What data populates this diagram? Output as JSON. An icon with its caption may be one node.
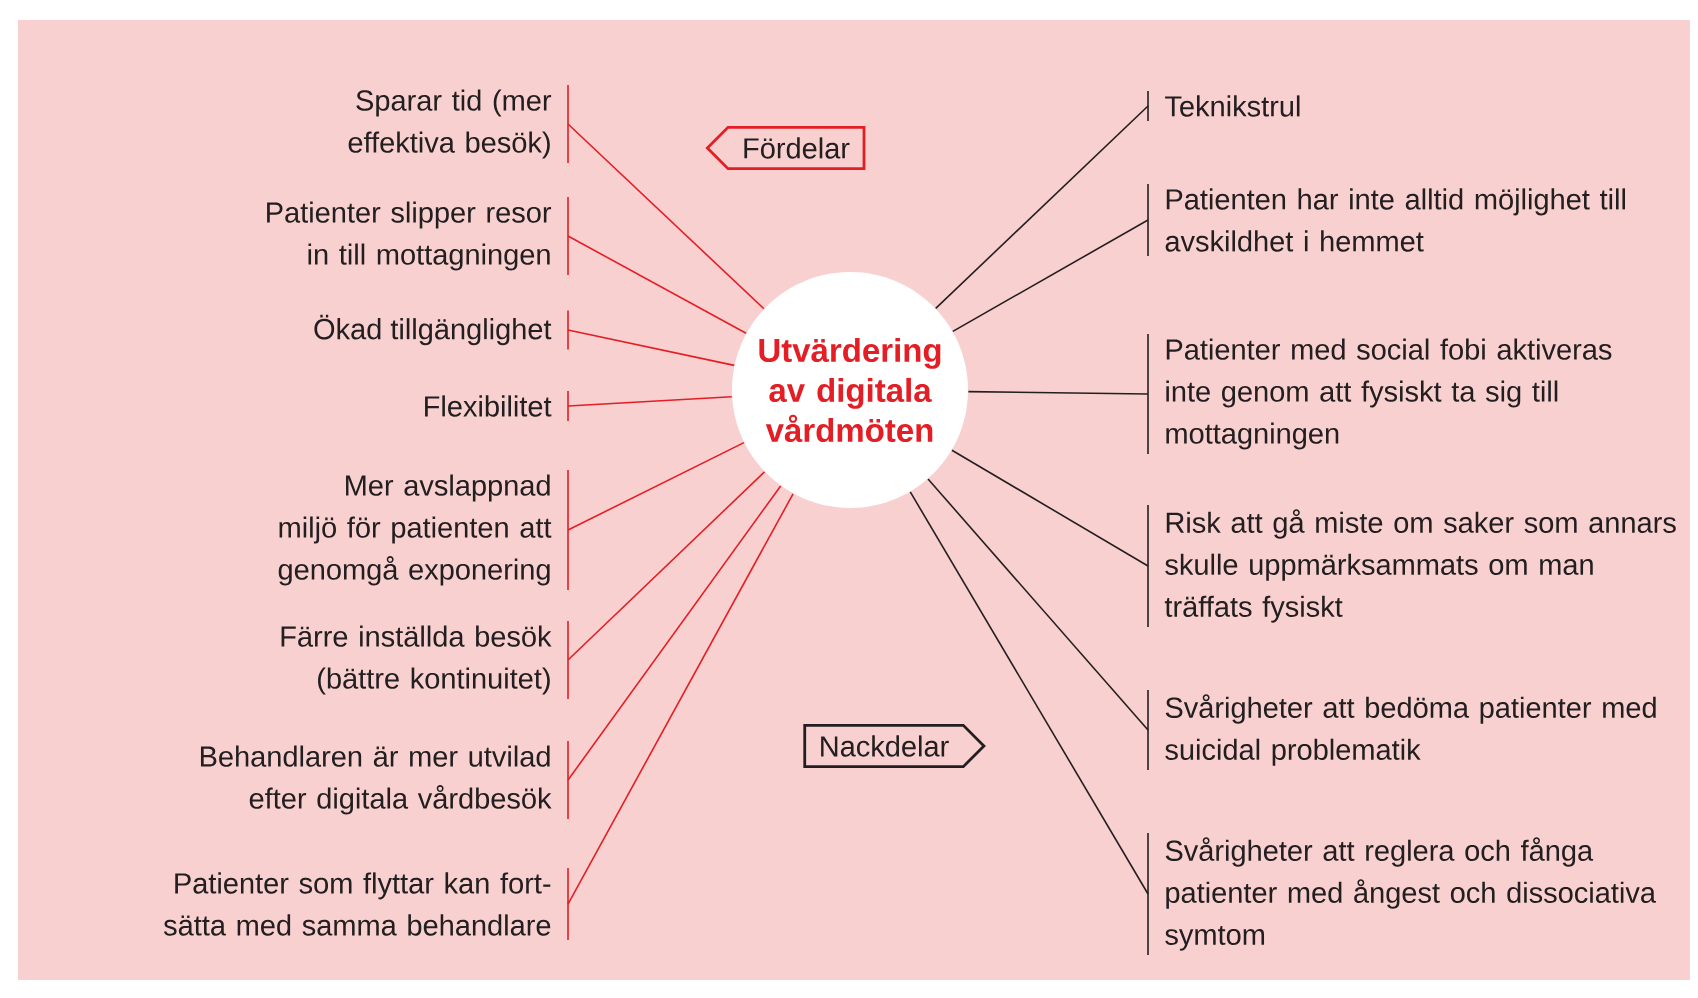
{
  "diagram": {
    "nodes": [
      {
        "text": [
          "Utvärdering av digitala vårdmöten"
        ]
      },
      {
        "text": [
          "Sparar tid (mer effektiva besök)"
        ]
      },
      {
        "text": [
          "Patienter slipper resor in till mottagningen"
        ]
      },
      {
        "text": [
          "Ökad tillgänglighet"
        ]
      },
      {
        "text": [
          "Flexibilitet"
        ]
      },
      {
        "text": [
          "Mer avslappnad miljö för patienten att genomgå exponering"
        ]
      },
      {
        "text": [
          "Färre inställda besök (bättre kontinuitet)"
        ]
      },
      {
        "text": [
          "Behandlaren är mer utvilad efter digitala vårdbesök"
        ]
      },
      {
        "text": [
          "Patienter som flyttar kan fort- sätta med samma behandlare"
        ]
      },
      {
        "text": [
          "Teknikstrul"
        ]
      },
      {
        "text": [
          "Patienten har inte alltid möjlighet till avskildhet i hemmet"
        ]
      },
      {
        "text": [
          "Patienter med social fobi aktiveras inte genom att fysiskt ta sig till mottagningen"
        ]
      },
      {
        "text": [
          "Risk att gå miste om saker som annars skulle uppmärksammats om man träffats fysiskt"
        ]
      },
      {
        "text": [
          "Svårigheter att bedöma patienter med suicidal problematik"
        ]
      },
      {
        "text": [
          "Svårigheter att reglera och fånga patienter med ångest och dissociativa symtom"
        ]
      },
      {
        "text": [
          "Fördelar"
        ]
      },
      {
        "text": [
          "Nackdelar"
        ]
      }
    ],
    "edges": [
      {
        "from": 0,
        "to": 1,
        "arrow": "none"
      },
      {
        "from": 0,
        "to": 2,
        "arrow": "none"
      },
      {
        "from": 0,
        "to": 3,
        "arrow": "none"
      },
      {
        "from": 0,
        "to": 4,
        "arrow": "none"
      },
      {
        "from": 0,
        "to": 5,
        "arrow": "none"
      },
      {
        "from": 0,
        "to": 6,
        "arrow": "none"
      },
      {
        "from": 0,
        "to": 7,
        "arrow": "none"
      },
      {
        "from": 0,
        "to": 8,
        "arrow": "none"
      },
      {
        "from": 0,
        "to": 9,
        "arrow": "none",
        "color": "#231f20"
      },
      {
        "from": 0,
        "to": 10,
        "arrow": "none",
        "color": "#231f20"
      },
      {
        "from": 0,
        "to": 11,
        "arrow": "none",
        "color": "#231f20"
      },
      {
        "from": 0,
        "to": 12,
        "arrow": "none",
        "color": "#231f20"
      },
      {
        "from": 0,
        "to": 13,
        "arrow": "none",
        "color": "#231f20"
      },
      {
        "from": 0,
        "to": 14,
        "arrow": "none",
        "color": "#231f20"
      }
    ]
  }
}
